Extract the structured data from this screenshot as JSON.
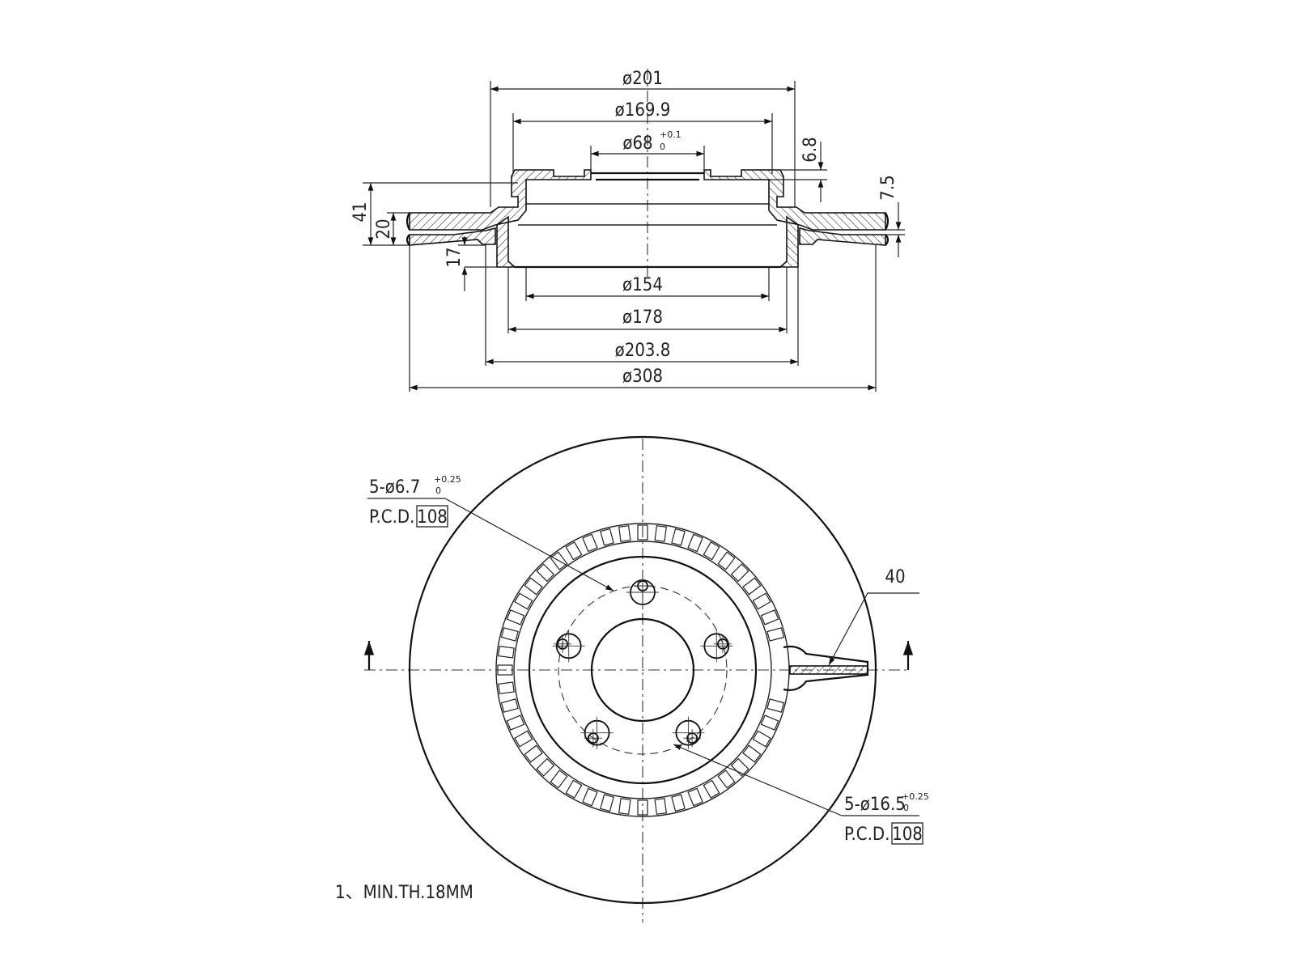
{
  "section_view": {
    "dia_201": "ø201",
    "dia_169_9": "ø169.9",
    "dia_68": "ø68",
    "dia_68_tol_upper": "+0.1",
    "dia_68_tol_lower": "0",
    "dim_6_8": "6.8",
    "dim_7_5": "7.5",
    "dim_41": "41",
    "dim_20": "20",
    "dim_17": "17",
    "dia_154": "ø154",
    "dia_178": "ø178",
    "dia_203_8": "ø203.8",
    "dia_308": "ø308"
  },
  "face_view": {
    "bolt_holes_small": "5-ø6.7",
    "bolt_holes_small_tol_upper": "+0.25",
    "bolt_holes_small_tol_lower": "0",
    "pcd_label_1": "P.C.D.",
    "pcd_value_1": "108",
    "bolt_holes_large": "5-ø16.5",
    "bolt_holes_large_tol_upper": "+0.25",
    "bolt_holes_large_tol_lower": "0",
    "pcd_label_2": "P.C.D.",
    "pcd_value_2": "108",
    "dim_40": "40"
  },
  "notes": {
    "min_thickness": "1、MIN.TH.18MM"
  }
}
